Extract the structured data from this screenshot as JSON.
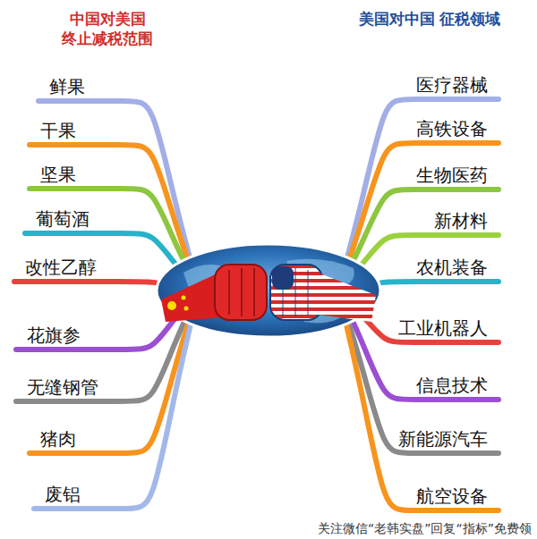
{
  "diagram": {
    "labels": [
      "中国对美国 终止减税范围",
      "鲜果",
      "干果",
      "坚果",
      "葡萄酒",
      "改性乙醇",
      "花旗参",
      "无缝钢管",
      "猪肉",
      "废铝",
      "美国对中国 征税领域",
      "医疗器械",
      "高铁设备",
      "生物医药",
      "新材料",
      "农机装备",
      "工业机器人",
      "信息技术",
      "新能源汽车",
      "航空设备",
      "关注微信“老韩实盘”回复“指标”免费领"
    ]
  }
}
